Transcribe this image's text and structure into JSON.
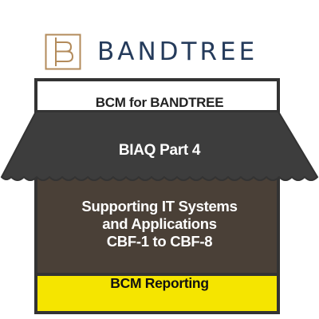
{
  "brand": {
    "logo_icon": "letter-b-bracket-logo",
    "name": "BANDTREE",
    "name_color": "#253b5b",
    "accent_color": "#b38b5b"
  },
  "badge": {
    "top_label": "BCM for BANDTREE",
    "awning_label": "BIAQ Part 4",
    "body_lines": [
      "Supporting IT Systems",
      "and Applications",
      "CBF-1 to CBF-8"
    ],
    "footer_label": "BCM Reporting",
    "colors": {
      "outline": "#333333",
      "awning": "#3d3d3d",
      "body": "#4a4037",
      "footer": "#f5e500",
      "top_band": "#ffffff"
    }
  }
}
